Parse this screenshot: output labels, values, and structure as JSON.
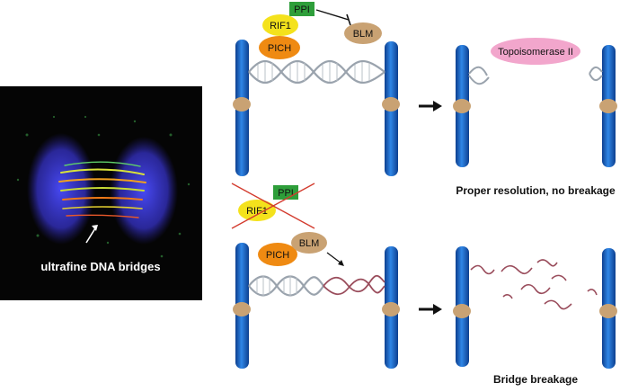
{
  "micrograph": {
    "label": "ultrafine DNA bridges"
  },
  "top_panel": {
    "proteins": {
      "ppi": "PPI",
      "rif1": "RIF1",
      "pich": "PICH",
      "blm": "BLM"
    },
    "enzyme": "Topoisomerase II",
    "caption": "Proper resolution, no breakage"
  },
  "bottom_panel": {
    "proteins": {
      "ppi": "PPI",
      "rif1": "RIF1",
      "pich": "PICH",
      "blm": "BLM"
    },
    "caption": "Bridge breakage"
  },
  "colors": {
    "ppi": "#2e9e3a",
    "rif1": "#f4e21c",
    "pich": "#ef8a12",
    "blm": "#c9a273",
    "topoisomerase": "#f2a6cc",
    "chromosome": "#1f6fd0",
    "centromere": "#c9a273",
    "dna": "#9aa3ad",
    "ssdna": "#9a4d5c"
  }
}
